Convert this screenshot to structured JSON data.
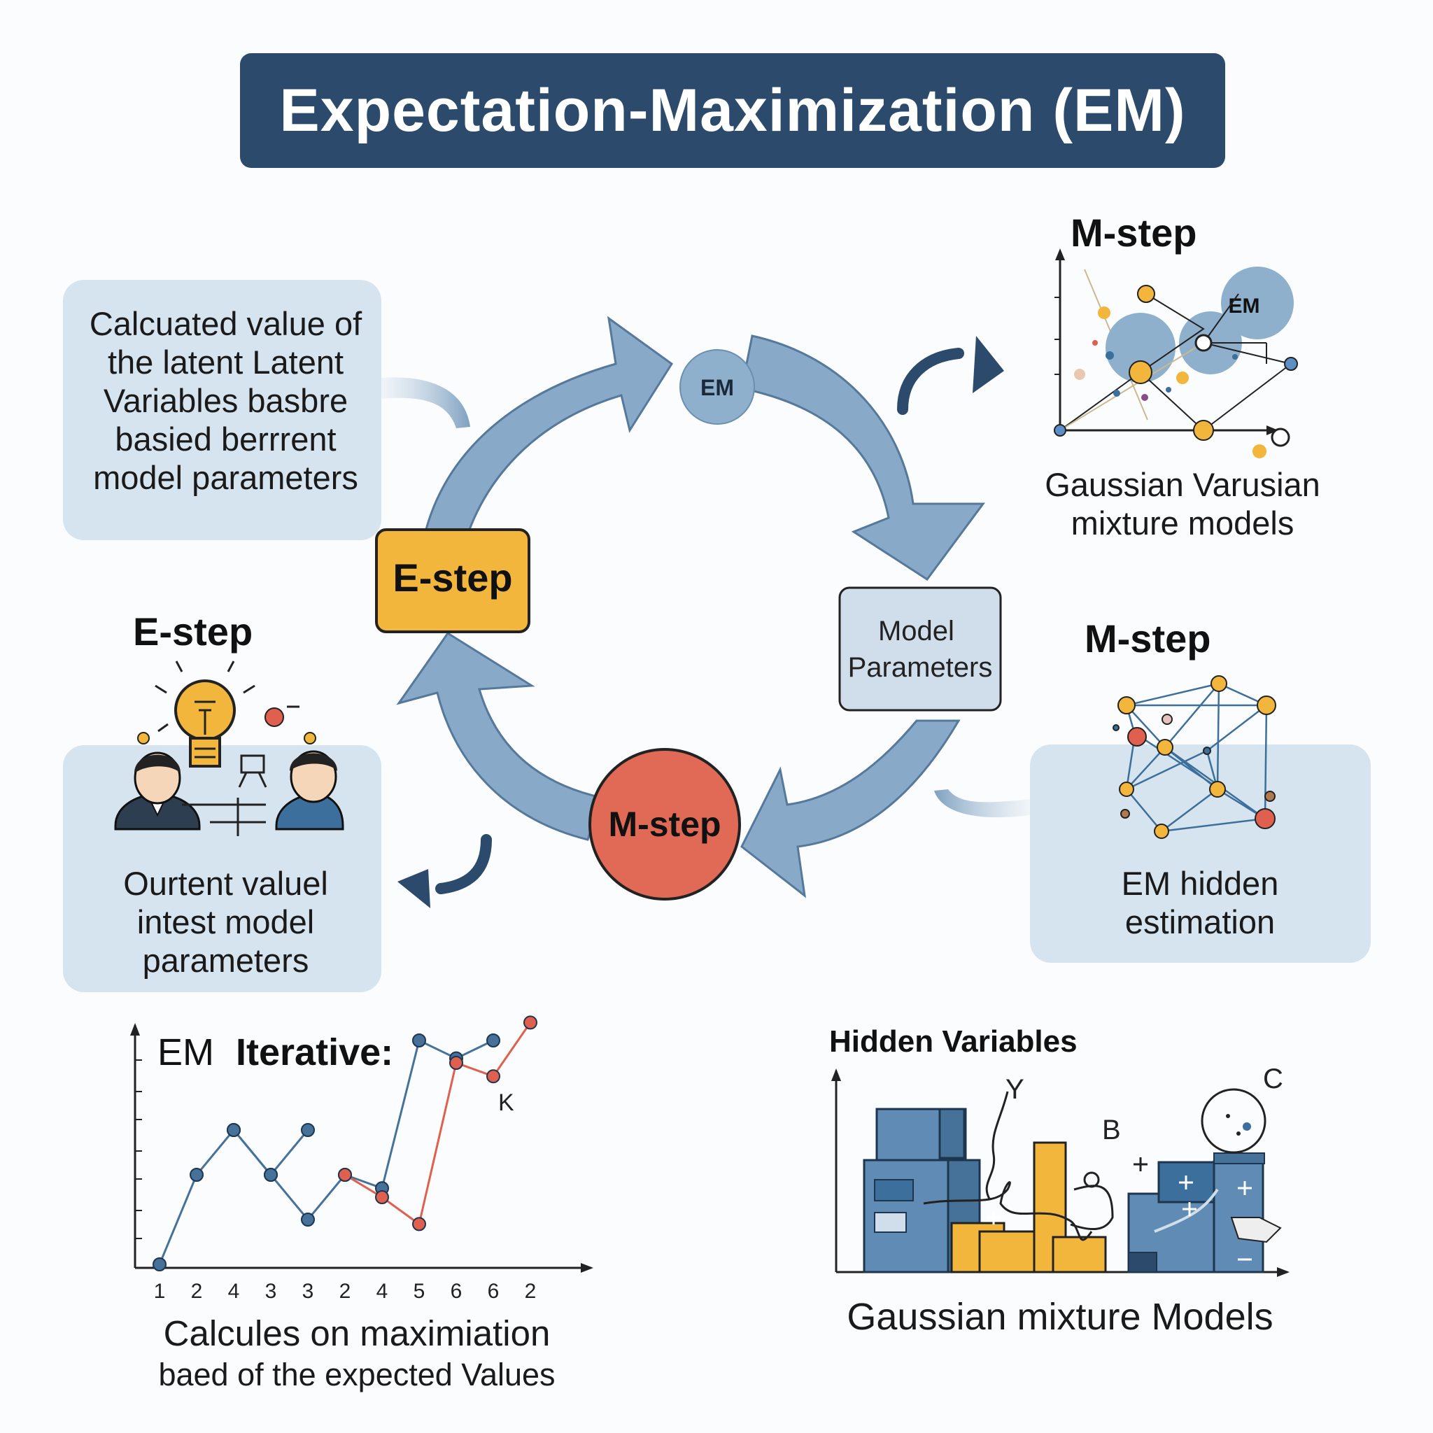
{
  "title": "Expectation-Maximization (EM)",
  "cycle": {
    "top_node": "EM",
    "left_node": "E-step",
    "right_node": "Model Parameters",
    "bottom_node": "M-step"
  },
  "top_left_panel": {
    "text": "Calcuated value of the latent Latent Variables basbre basied berrrent model parameters"
  },
  "bottom_left_panel": {
    "heading": "E-step",
    "text": "Ourtent valuel intest model parameters"
  },
  "top_right": {
    "heading": "M-step",
    "bubble_label": "EM",
    "caption": "Gaussian Varusian mixture models"
  },
  "mid_right": {
    "heading": "M-step",
    "panel_text": "EM hidden estimation"
  },
  "iterative_chart": {
    "title_prefix": "EM",
    "title_bold": "Iterative:",
    "end_label": "K",
    "caption_line1": "Calcules on maximiation",
    "caption_line2": "baed of the expected Values"
  },
  "chart_data": {
    "type": "line",
    "title": "EM Iterative:",
    "categories": [
      "1",
      "2",
      "4",
      "3",
      "3",
      "2",
      "4",
      "5",
      "6",
      "6",
      "2"
    ],
    "series": [
      {
        "values": [
          0,
          2,
          3,
          2,
          3,
          null,
          null,
          null,
          null,
          null,
          null
        ]
      },
      {
        "values": [
          null,
          null,
          3,
          2,
          1,
          2,
          1.7,
          5,
          4.6,
          5,
          null
        ]
      },
      {
        "values": [
          null,
          null,
          null,
          null,
          null,
          2,
          1.5,
          0.9,
          4.5,
          4.2,
          5.4
        ]
      }
    ],
    "colors": [
      "#46729a",
      "#46729a",
      "#e0604f"
    ],
    "annotations": [
      "K"
    ],
    "grid": false
  },
  "hidden_vars": {
    "heading": "Hidden Variables",
    "label_y": "Y",
    "label_b": "B",
    "label_c": "C",
    "caption": "Gaussian mixture Models"
  },
  "colors": {
    "title_bg": "#2c4a6b",
    "arrow": "#88a9c8",
    "e_step": "#f2b63c",
    "m_step": "#e06a55",
    "panel": "#d6e4ef"
  }
}
